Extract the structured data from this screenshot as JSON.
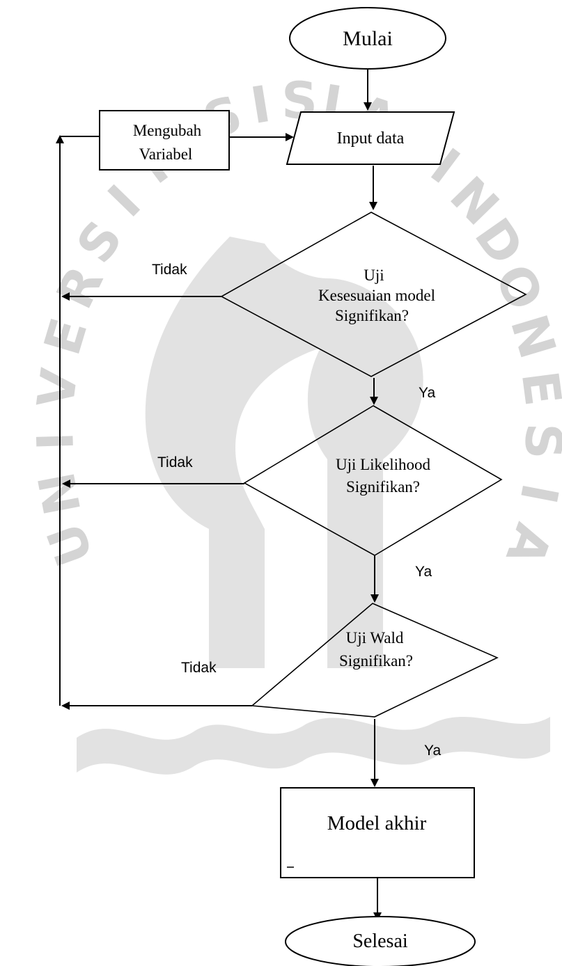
{
  "nodes": {
    "start": {
      "label": "Mulai"
    },
    "change_variable": {
      "line1": "Mengubah",
      "line2": "Variabel"
    },
    "input_data": {
      "label": "Input data"
    },
    "fit_test": {
      "line1": "Uji",
      "line2": "Kesesuaian model",
      "line3": "Signifikan?"
    },
    "likelihood_test": {
      "line1": "Uji Likelihood",
      "line2": "Signifikan?"
    },
    "wald_test": {
      "line1": "Uji Wald",
      "line2": "Signifikan?"
    },
    "final_model": {
      "label": "Model akhir"
    },
    "end": {
      "label": "Selesai"
    }
  },
  "edge_labels": {
    "fit_no": "Tidak",
    "fit_yes": "Ya",
    "likelihood_no": "Tidak",
    "likelihood_yes": "Ya",
    "wald_no": "Tidak",
    "wald_yes": "Ya"
  },
  "watermark": {
    "arc_letters": [
      "U",
      "N",
      "I",
      "V",
      "E",
      "R",
      "S",
      "I",
      "T",
      "A",
      "S",
      "I",
      "S",
      "L",
      "A",
      "M",
      "I",
      "N",
      "D",
      "O",
      "N",
      "E",
      "S",
      "I",
      "A"
    ],
    "color": "#d4d4d4"
  },
  "colors": {
    "line": "#000000",
    "background": "#ffffff"
  }
}
